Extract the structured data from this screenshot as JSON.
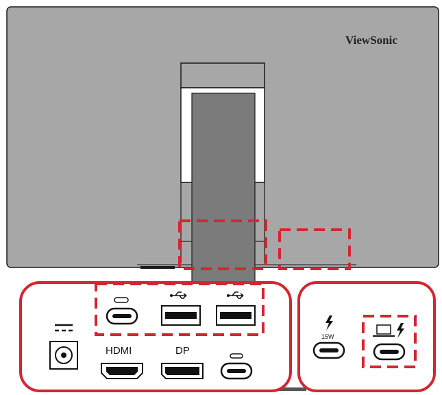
{
  "monitor": {
    "brand": "ViewSonic",
    "colors": {
      "body": "#a7a7a7",
      "stand": "#7b7b7b",
      "highlight": "#d22630",
      "outline": "#1a1a1a"
    }
  },
  "ports": {
    "hdmi_label": "HDMI",
    "dp_label": "DP",
    "usbc_power_label": "15W",
    "icons": [
      "dc-power-icon",
      "usb-icon",
      "usb-c-icon",
      "lightning-icon",
      "laptop-icon"
    ]
  }
}
